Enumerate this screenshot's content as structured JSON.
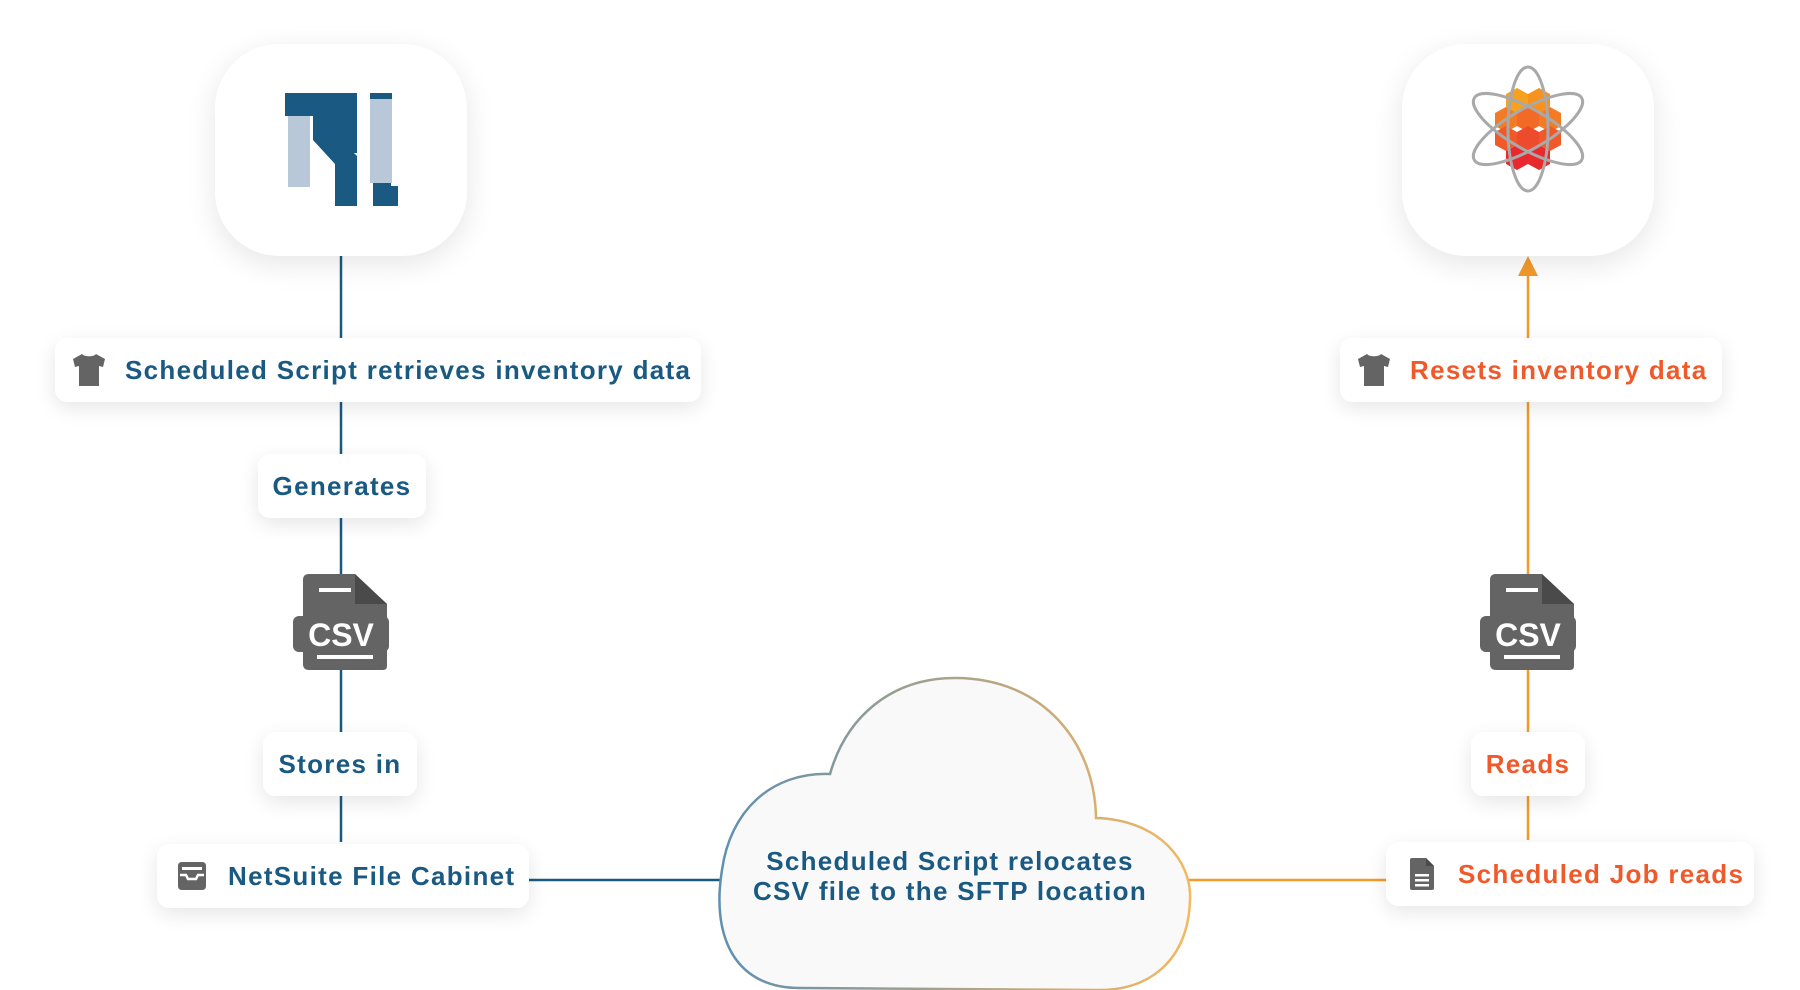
{
  "left": {
    "step1": "Scheduled Script retrieves inventory data",
    "step2": "Generates",
    "step3": "Stores in",
    "step4": "NetSuite File Cabinet"
  },
  "right": {
    "step1": "Resets inventory data",
    "step2": "Reads",
    "step3": "Scheduled Job reads"
  },
  "cloud": {
    "line1": "Scheduled Script relocates",
    "line2": "CSV file to the SFTP location"
  },
  "icons": {
    "file_label": "CSV"
  },
  "colors": {
    "blue": "#1a5a82",
    "orange": "#f49a2a",
    "orange_text": "#f0592a",
    "icon_gray": "#646464"
  }
}
